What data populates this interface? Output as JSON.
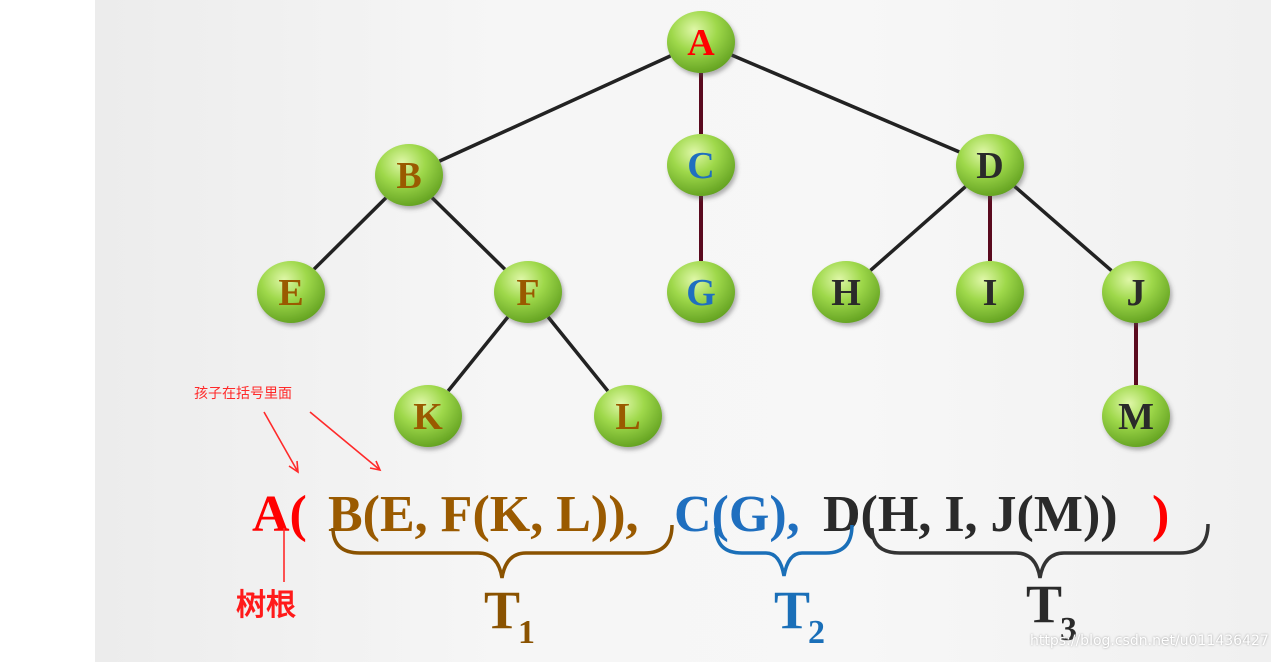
{
  "tree": {
    "nodes": [
      {
        "id": "A",
        "label": "A",
        "color": "#ff0000"
      },
      {
        "id": "B",
        "label": "B",
        "color": "#9a5a00"
      },
      {
        "id": "C",
        "label": "C",
        "color": "#1f6fbf"
      },
      {
        "id": "D",
        "label": "D",
        "color": "#2a2a2a"
      },
      {
        "id": "E",
        "label": "E",
        "color": "#9a5a00"
      },
      {
        "id": "F",
        "label": "F",
        "color": "#9a5a00"
      },
      {
        "id": "G",
        "label": "G",
        "color": "#1f6fbf"
      },
      {
        "id": "H",
        "label": "H",
        "color": "#2a2a2a"
      },
      {
        "id": "I",
        "label": "I",
        "color": "#2a2a2a"
      },
      {
        "id": "J",
        "label": "J",
        "color": "#2a2a2a"
      },
      {
        "id": "K",
        "label": "K",
        "color": "#9a5a00"
      },
      {
        "id": "L",
        "label": "L",
        "color": "#9a5a00"
      },
      {
        "id": "M",
        "label": "M",
        "color": "#2a2a2a"
      }
    ],
    "edges": [
      {
        "from": "A",
        "to": "B"
      },
      {
        "from": "A",
        "to": "C"
      },
      {
        "from": "A",
        "to": "D"
      },
      {
        "from": "B",
        "to": "E"
      },
      {
        "from": "B",
        "to": "F"
      },
      {
        "from": "F",
        "to": "K"
      },
      {
        "from": "F",
        "to": "L"
      },
      {
        "from": "C",
        "to": "G"
      },
      {
        "from": "D",
        "to": "H"
      },
      {
        "from": "D",
        "to": "I"
      },
      {
        "from": "D",
        "to": "J"
      },
      {
        "from": "J",
        "to": "M"
      }
    ]
  },
  "formula": {
    "root_part": "A(",
    "t1_part": "B(E, F(K, L)),",
    "t2_part": "C(G),",
    "t3_part": "D(H, I, J(M))",
    "close_part": ")"
  },
  "subtrees": [
    {
      "letter": "T",
      "sub": "1",
      "color": "#8a5200"
    },
    {
      "letter": "T",
      "sub": "2",
      "color": "#1a6fb8"
    },
    {
      "letter": "T",
      "sub": "3",
      "color": "#2a2a2a"
    }
  ],
  "annotations": {
    "children_note": "孩子在括号里面",
    "root_label": "树根"
  },
  "watermark": "https://blog.csdn.net/u011436427",
  "colors": {
    "root_red": "#ff0000",
    "t1_brown": "#9a5a00",
    "t2_blue": "#1f6fbf",
    "t3_dark": "#2a2a2a",
    "node_fill": "#8fcf3c",
    "edge_dark": "#222222",
    "edge_maroon": "#5a0a1e"
  }
}
